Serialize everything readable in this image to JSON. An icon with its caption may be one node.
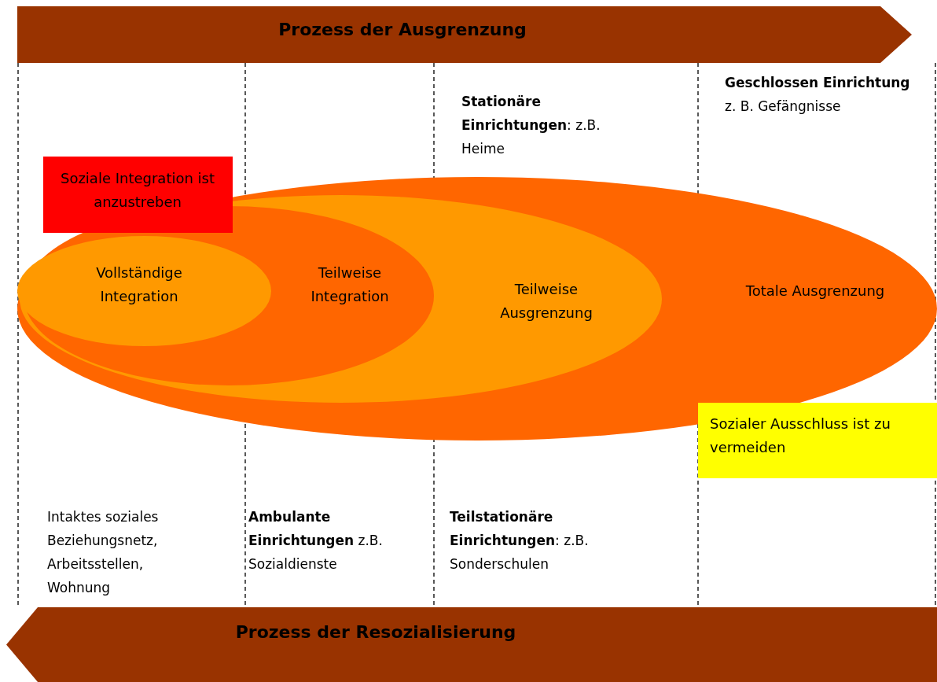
{
  "diagram": {
    "nodes": [
      {
        "text": [
          "Prozess der Ausgrenzung"
        ]
      },
      {
        "text": [
          "Totale Ausgrenzung"
        ]
      },
      {
        "text": [
          "Teilweise Ausgrenzung"
        ],
        "in": 1
      },
      {
        "text": [
          "Teilweise Integration"
        ],
        "in": 2
      },
      {
        "text": [
          "Vollständige Integration"
        ],
        "in": 3
      },
      {
        "text": [
          "Soziale Integration ist anzustreben"
        ]
      },
      {
        "text": [
          "Sozialer Ausschluss ist zu vermeiden"
        ]
      },
      {
        "text": [
          "Prozess der Resozialisierung"
        ]
      }
    ],
    "labels": [
      "**Geschlossen Einrichtung** z. B. Gefängnisse",
      "**Stationäre Einrichtungen**: z.B. Heime",
      "Intaktes soziales Beziehungsnetz, Arbeitsstellen, Wohnung",
      "**Ambulante Einrichtungen** z.B. Sozialdienste",
      "**Teilstationäre Einrichtungen**: z.B. Sonderschulen"
    ]
  }
}
